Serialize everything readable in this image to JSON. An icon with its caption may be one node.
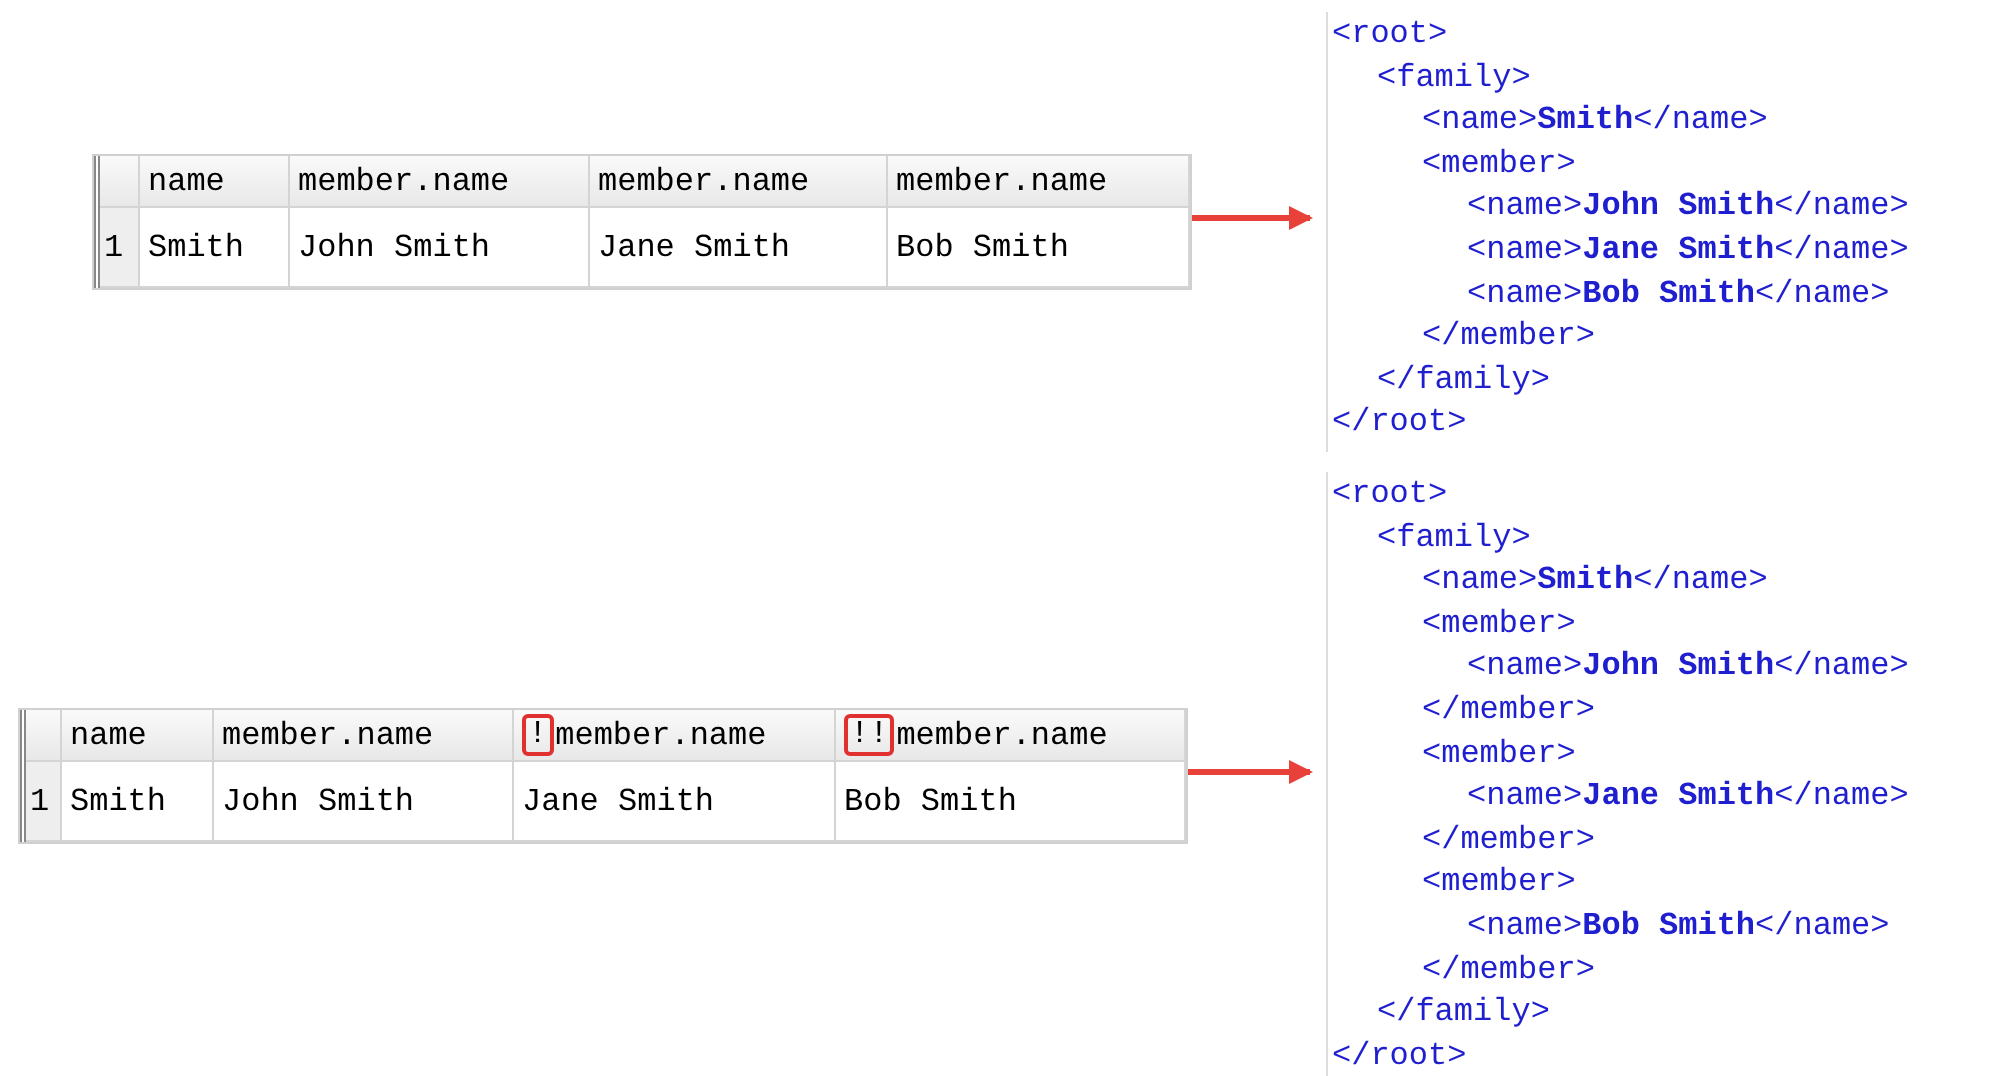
{
  "diagram": {
    "nodes": [
      {
        "text": [],
        "shape": "box"
      },
      {
        "text": [
          "<root>",
          "<family>",
          "<name>**Smith**</name>",
          "<member>",
          "<name>**John Smith**</name>",
          "<name>**Jane Smith**</name>",
          "<name>**Bob Smith**</name>",
          "</member>",
          "</family>",
          "</root>"
        ]
      },
      {
        "text": [],
        "shape": "box"
      },
      {
        "text": [
          "<root>",
          "<family>",
          "<name>**Smith**</name>",
          "<member>",
          "<name>**John Smith**</name>",
          "</member>",
          "<member>",
          "<name>**Jane Smith**</name>",
          "</member>",
          "<member>",
          "<name>**Bob Smith**</name>",
          "</member>",
          "</family>",
          "</root>"
        ]
      }
    ],
    "edges": [
      {
        "from": 0,
        "to": 1,
        "arrow": "to"
      },
      {
        "from": 2,
        "to": 3,
        "arrow": "to"
      }
    ],
    "labels": [
      "name",
      "member.name",
      "member.name",
      "member.name",
      "1",
      "Smith",
      "John Smith",
      "Jane Smith",
      "Bob Smith",
      "name",
      "member.name",
      "!",
      "member.name",
      "!!",
      "member.name",
      "1",
      "Smith",
      "John Smith",
      "Jane Smith",
      "Bob Smith"
    ]
  }
}
